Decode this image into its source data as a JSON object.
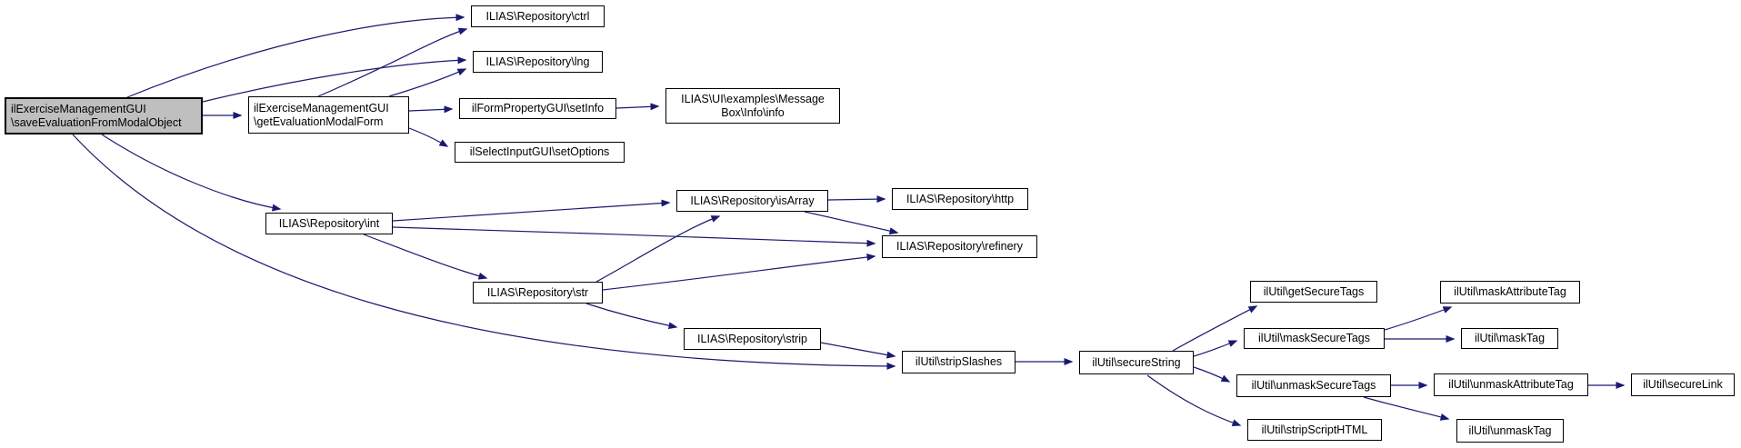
{
  "diagram": {
    "kind": "doxygen-call-graph",
    "root": "ilExerciseManagementGUI\\saveEvaluationFromModalObject",
    "colors": {
      "edge": "#191970",
      "node_border": "#000000",
      "node_background": "#ffffff",
      "root_background": "#bfbfbf",
      "text": "#000000",
      "page_background": "#ffffff"
    },
    "nodes": {
      "save": {
        "line1": "ilExerciseManagementGUI",
        "line2": "\\saveEvaluationFromModalObject"
      },
      "getForm": {
        "line1": "ilExerciseManagementGUI",
        "line2": "\\getEvaluationModalForm"
      },
      "ctrl": {
        "label": "ILIAS\\Repository\\ctrl"
      },
      "lng": {
        "label": "ILIAS\\Repository\\lng"
      },
      "setInfo": {
        "label": "ilFormPropertyGUI\\setInfo"
      },
      "setOptions": {
        "label": "ilSelectInputGUI\\setOptions"
      },
      "msgbox": {
        "line1": "ILIAS\\UI\\examples\\Message",
        "line2": "Box\\Info\\info"
      },
      "int": {
        "label": "ILIAS\\Repository\\int"
      },
      "isArray": {
        "label": "ILIAS\\Repository\\isArray"
      },
      "http": {
        "label": "ILIAS\\Repository\\http"
      },
      "refinery": {
        "label": "ILIAS\\Repository\\refinery"
      },
      "str": {
        "label": "ILIAS\\Repository\\str"
      },
      "strip": {
        "label": "ILIAS\\Repository\\strip"
      },
      "stripSlashes": {
        "label": "ilUtil\\stripSlashes"
      },
      "secureString": {
        "label": "ilUtil\\secureString"
      },
      "getSecureTags": {
        "label": "ilUtil\\getSecureTags"
      },
      "maskSecureTags": {
        "label": "ilUtil\\maskSecureTags"
      },
      "unmaskSecureTags": {
        "label": "ilUtil\\unmaskSecureTags"
      },
      "stripScriptHTML": {
        "label": "ilUtil\\stripScriptHTML"
      },
      "maskAttributeTag": {
        "label": "ilUtil\\maskAttributeTag"
      },
      "maskTag": {
        "label": "ilUtil\\maskTag"
      },
      "unmaskAttributeTag": {
        "label": "ilUtil\\unmaskAttributeTag"
      },
      "unmaskTag": {
        "label": "ilUtil\\unmaskTag"
      },
      "secureLink": {
        "label": "ilUtil\\secureLink"
      }
    },
    "edges": [
      {
        "from": "save",
        "to": "getForm"
      },
      {
        "from": "save",
        "to": "ctrl"
      },
      {
        "from": "save",
        "to": "lng"
      },
      {
        "from": "save",
        "to": "int"
      },
      {
        "from": "save",
        "to": "stripSlashes"
      },
      {
        "from": "getForm",
        "to": "ctrl"
      },
      {
        "from": "getForm",
        "to": "lng"
      },
      {
        "from": "getForm",
        "to": "setInfo"
      },
      {
        "from": "getForm",
        "to": "setOptions"
      },
      {
        "from": "setInfo",
        "to": "msgbox"
      },
      {
        "from": "int",
        "to": "isArray"
      },
      {
        "from": "int",
        "to": "refinery"
      },
      {
        "from": "int",
        "to": "str"
      },
      {
        "from": "isArray",
        "to": "http"
      },
      {
        "from": "isArray",
        "to": "refinery"
      },
      {
        "from": "str",
        "to": "isArray"
      },
      {
        "from": "str",
        "to": "refinery"
      },
      {
        "from": "str",
        "to": "strip"
      },
      {
        "from": "strip",
        "to": "stripSlashes"
      },
      {
        "from": "stripSlashes",
        "to": "secureString"
      },
      {
        "from": "secureString",
        "to": "getSecureTags"
      },
      {
        "from": "secureString",
        "to": "maskSecureTags"
      },
      {
        "from": "secureString",
        "to": "unmaskSecureTags"
      },
      {
        "from": "secureString",
        "to": "stripScriptHTML"
      },
      {
        "from": "maskSecureTags",
        "to": "maskAttributeTag"
      },
      {
        "from": "maskSecureTags",
        "to": "maskTag"
      },
      {
        "from": "unmaskSecureTags",
        "to": "unmaskAttributeTag"
      },
      {
        "from": "unmaskSecureTags",
        "to": "unmaskTag"
      },
      {
        "from": "unmaskAttributeTag",
        "to": "secureLink"
      }
    ]
  }
}
